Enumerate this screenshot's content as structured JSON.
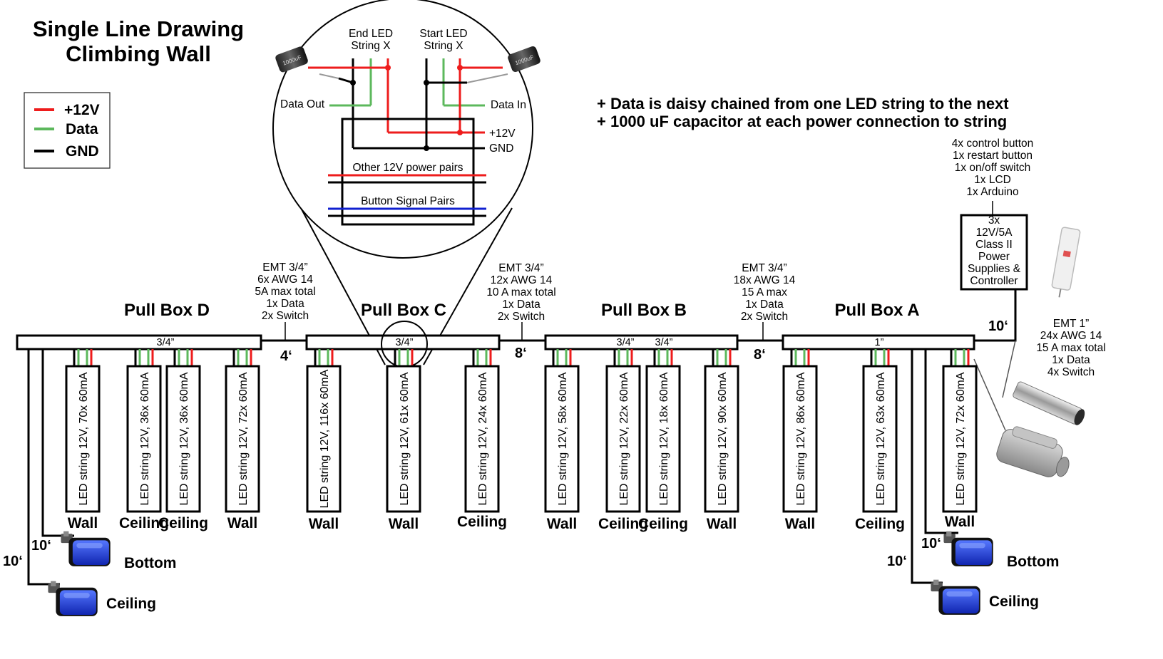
{
  "title": {
    "line1": "Single Line Drawing",
    "line2": "Climbing Wall"
  },
  "legend": [
    {
      "label": "+12V",
      "color": "#ee1c1c"
    },
    {
      "label": "Data",
      "color": "#5cb85c"
    },
    {
      "label": "GND",
      "color": "#000000"
    }
  ],
  "notes": {
    "line1": "+ Data is daisy chained from one LED string to the next",
    "line2": "+ 1000 uF capacitor at each power connection to string"
  },
  "detail": {
    "end_led": {
      "line1": "End LED",
      "line2": "String X"
    },
    "start_led": {
      "line1": "Start LED",
      "line2": "String X"
    },
    "data_out": "Data Out",
    "data_in": "Data In",
    "plus12v": "+12V",
    "gnd": "GND",
    "other_pairs": "Other 12V power pairs",
    "button_pairs": "Button Signal Pairs",
    "cap_left_text": "1000uF",
    "cap_right_text": "1000uF"
  },
  "controller": {
    "components": [
      "4x control button",
      "1x restart button",
      "1x on/off switch",
      "1x LCD",
      "1x Arduino"
    ],
    "box": [
      "3x",
      "12V/5A",
      "Class II",
      "Power",
      "Supplies &",
      "Controller"
    ]
  },
  "pull_boxes": {
    "d": {
      "label": "Pull Box D",
      "sizes": [
        "3/4”"
      ]
    },
    "c": {
      "label": "Pull Box C",
      "sizes": [
        "3/4”"
      ]
    },
    "b": {
      "label": "Pull Box B",
      "sizes": [
        "3/4”",
        "3/4”"
      ]
    },
    "a": {
      "label": "Pull Box A",
      "sizes": [
        "1”"
      ]
    }
  },
  "conduits": {
    "dc": {
      "lines": [
        "EMT 3/4”",
        "6x AWG 14",
        "5A max total",
        "1x Data",
        "2x Switch"
      ],
      "distance": "4‘"
    },
    "cb": {
      "lines": [
        "EMT 3/4”",
        "12x AWG 14",
        "10 A max total",
        "1x Data",
        "2x Switch"
      ],
      "distance": "8‘"
    },
    "ba": {
      "lines": [
        "EMT 3/4”",
        "18x AWG 14",
        "15 A max",
        "1x Data",
        "2x Switch"
      ],
      "distance": "8‘"
    },
    "a_ctrl": {
      "lines": [
        "EMT 1”",
        "24x AWG 14",
        "15 A max total",
        "1x Data",
        "4x Switch"
      ],
      "distance": "10‘"
    }
  },
  "led_strings": [
    {
      "text": "LED string 12V, 70x 60mA",
      "location": "Wall"
    },
    {
      "text": "LED string 12V, 36x 60mA",
      "location": "Ceiling"
    },
    {
      "text": "LED string 12V, 36x 60mA",
      "location": "Ceiling"
    },
    {
      "text": "LED string 12V, 72x 60mA",
      "location": "Wall"
    },
    {
      "text": "LED string 12V, 116x 60mA",
      "location": "Wall"
    },
    {
      "text": "LED string 12V, 61x 60mA",
      "location": "Wall"
    },
    {
      "text": "LED string 12V, 24x 60mA",
      "location": "Ceiling"
    },
    {
      "text": "LED string 12V, 58x 60mA",
      "location": "Wall"
    },
    {
      "text": "LED string 12V, 22x 60mA",
      "location": "Ceiling"
    },
    {
      "text": "LED string 12V, 18x 60mA",
      "location": "Ceiling"
    },
    {
      "text": "LED string 12V, 90x 60mA",
      "location": "Wall"
    },
    {
      "text": "LED string 12V, 86x 60mA",
      "location": "Wall"
    },
    {
      "text": "LED string 12V, 63x 60mA",
      "location": "Ceiling"
    },
    {
      "text": "LED string 12V, 72x 60mA",
      "location": "Wall"
    }
  ],
  "buttons": {
    "left_bottom": {
      "label": "Bottom",
      "distance": "10‘"
    },
    "left_ceiling": {
      "label": "Ceiling",
      "distance": "10‘"
    },
    "right_bottom": {
      "label": "Bottom",
      "distance": "10‘"
    },
    "right_ceiling": {
      "label": "Ceiling",
      "distance": "10‘"
    }
  }
}
